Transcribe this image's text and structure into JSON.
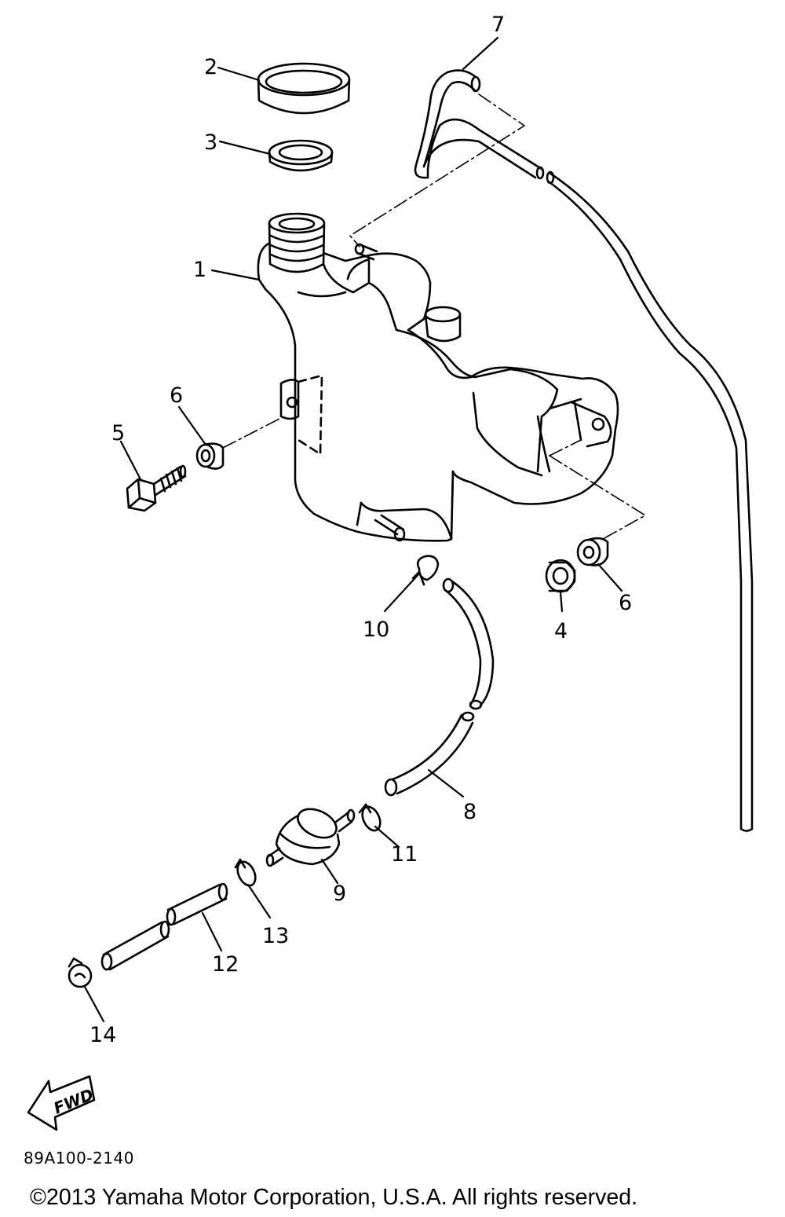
{
  "diagram": {
    "callouts": [
      {
        "id": "c1",
        "text": "1"
      },
      {
        "id": "c2",
        "text": "2"
      },
      {
        "id": "c3",
        "text": "3"
      },
      {
        "id": "c4",
        "text": "4"
      },
      {
        "id": "c5",
        "text": "5"
      },
      {
        "id": "c6a",
        "text": "6"
      },
      {
        "id": "c6b",
        "text": "6"
      },
      {
        "id": "c7",
        "text": "7"
      },
      {
        "id": "c8",
        "text": "8"
      },
      {
        "id": "c9",
        "text": "9"
      },
      {
        "id": "c10",
        "text": "10"
      },
      {
        "id": "c11",
        "text": "11"
      },
      {
        "id": "c12",
        "text": "12"
      },
      {
        "id": "c13",
        "text": "13"
      },
      {
        "id": "c14",
        "text": "14"
      }
    ],
    "fwd_label": "FWD",
    "reference_code": "89A100-2140",
    "copyright": "©2013 Yamaha Motor Corporation, U.S.A. All rights reserved."
  }
}
